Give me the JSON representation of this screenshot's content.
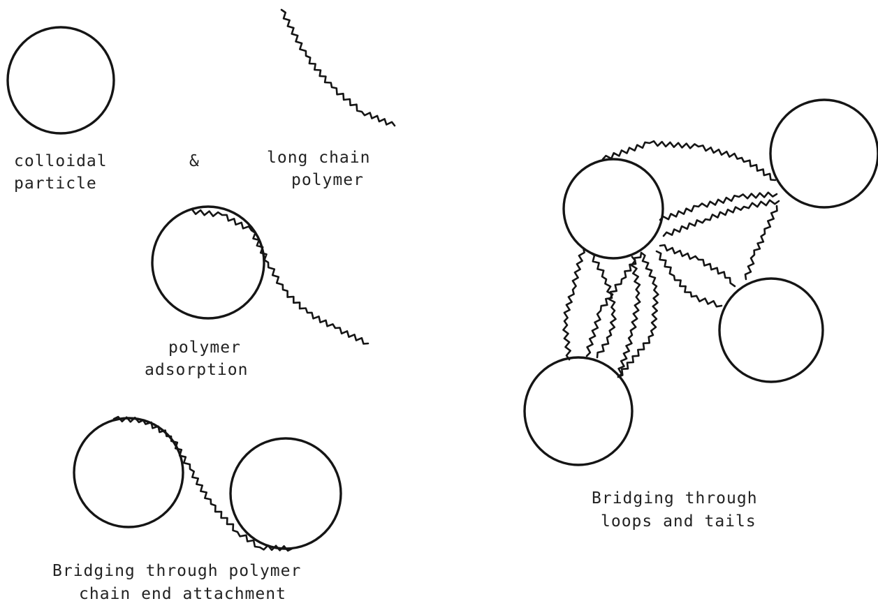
{
  "colors": {
    "ink": "#151515",
    "text": "#222222",
    "background": "#ffffff"
  },
  "labels": {
    "colloidal_line1": "colloidal",
    "colloidal_line2": "particle",
    "ampersand": "&",
    "polymer_line1": "long chain",
    "polymer_line2": "polymer",
    "adsorption_line1": "polymer",
    "adsorption_line2": "adsorption",
    "end_bridge_line1": "Bridging through polymer",
    "end_bridge_line2": "chain end attachment",
    "loop_bridge_line1": "Bridging through",
    "loop_bridge_line2": "loops and tails"
  }
}
